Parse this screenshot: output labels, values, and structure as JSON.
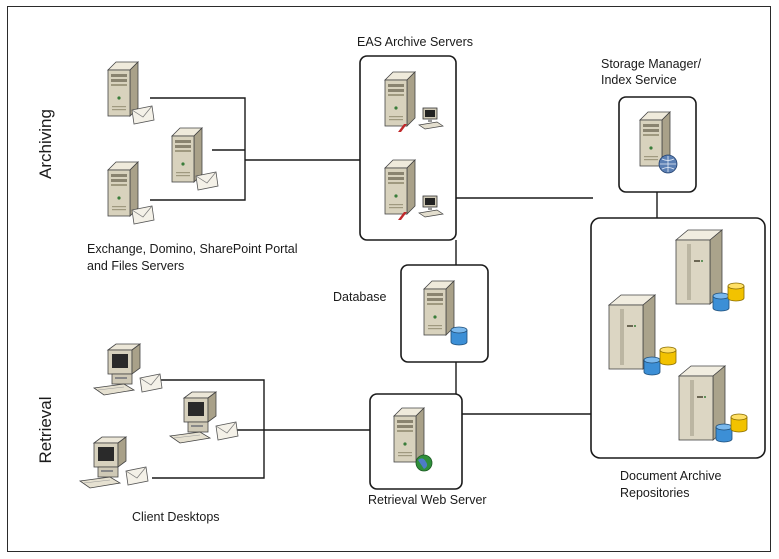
{
  "sections": {
    "archiving": "Archiving",
    "retrieval": "Retrieval"
  },
  "labels": {
    "eas_servers": "EAS Archive Servers",
    "storage_manager_line1": "Storage Manager/",
    "storage_manager_line2": "Index Service",
    "source_servers_line1": "Exchange, Domino, SharePoint Portal",
    "source_servers_line2": "and Files Servers",
    "database": "Database",
    "retrieval_web_server": "Retrieval Web Server",
    "client_desktops": "Client Desktops",
    "repositories_line1": "Document Archive",
    "repositories_line2": "Repositories"
  },
  "colors": {
    "server_body": "#d8d2bd",
    "server_front": "#bfb79c",
    "database_blue": "#3c8fd6",
    "database_yellow": "#f2c200",
    "emblem_red": "#c0292b",
    "globe_green": "#2f8f3a"
  },
  "icons": [
    "server-icon",
    "mail-envelope-icon",
    "workstation-icon",
    "database-cylinder-icon",
    "globe-icon",
    "desktop-computer-icon"
  ]
}
